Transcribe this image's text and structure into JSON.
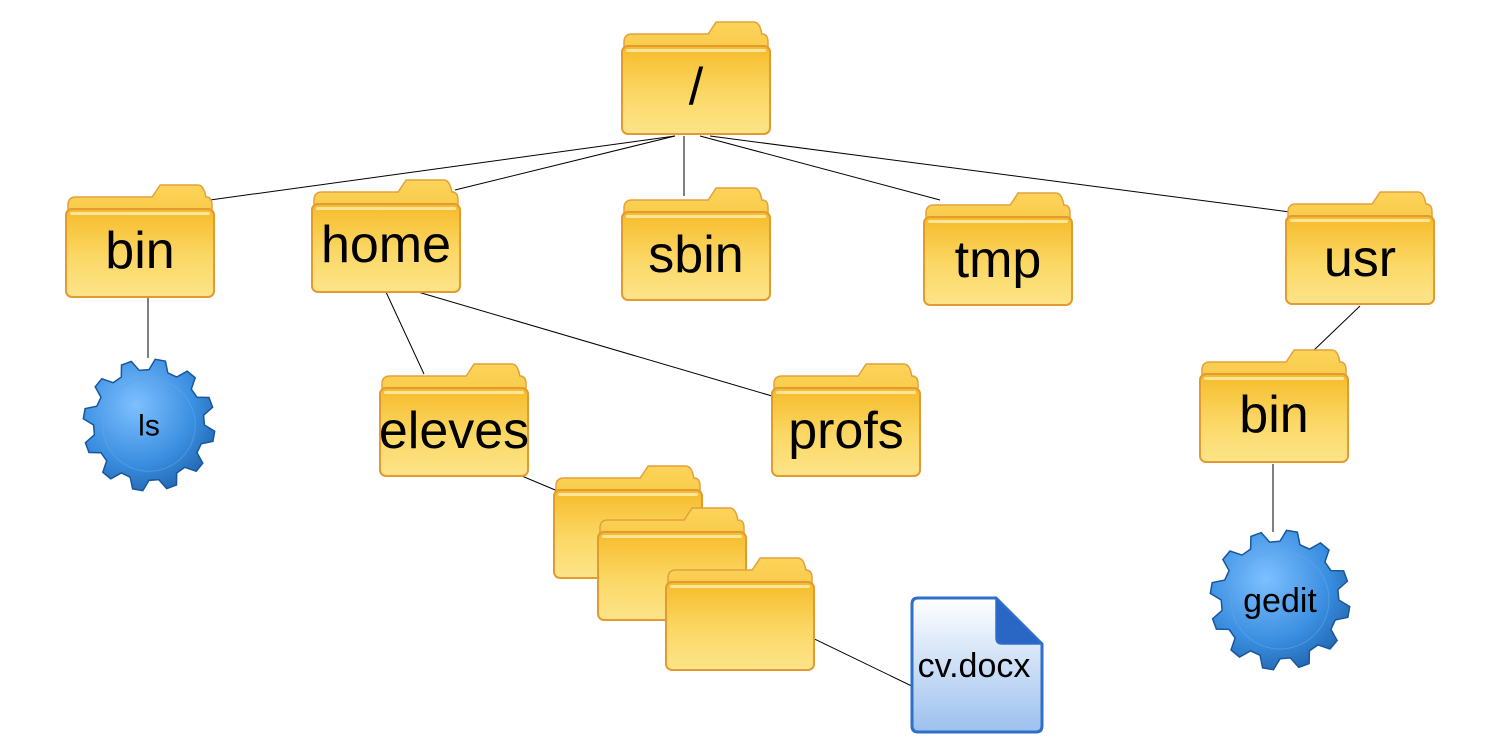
{
  "diagram": {
    "nodes": {
      "root": {
        "label": "/",
        "kind": "folder"
      },
      "bin": {
        "label": "bin",
        "kind": "folder"
      },
      "home": {
        "label": "home",
        "kind": "folder"
      },
      "sbin": {
        "label": "sbin",
        "kind": "folder"
      },
      "tmp": {
        "label": "tmp",
        "kind": "folder"
      },
      "usr": {
        "label": "usr",
        "kind": "folder"
      },
      "ls": {
        "label": "ls",
        "kind": "program"
      },
      "eleves": {
        "label": "eleves",
        "kind": "folder"
      },
      "profs": {
        "label": "profs",
        "kind": "folder"
      },
      "usr_bin": {
        "label": "bin",
        "kind": "folder"
      },
      "gedit": {
        "label": "gedit",
        "kind": "program"
      },
      "sub1": {
        "label": "",
        "kind": "folder"
      },
      "sub2": {
        "label": "",
        "kind": "folder"
      },
      "sub3": {
        "label": "",
        "kind": "folder"
      },
      "cv": {
        "label": "cv.docx",
        "kind": "document"
      }
    },
    "edges": [
      [
        "root",
        "bin"
      ],
      [
        "root",
        "home"
      ],
      [
        "root",
        "sbin"
      ],
      [
        "root",
        "tmp"
      ],
      [
        "root",
        "usr"
      ],
      [
        "bin",
        "ls"
      ],
      [
        "home",
        "eleves"
      ],
      [
        "home",
        "profs"
      ],
      [
        "eleves",
        "sub1"
      ],
      [
        "usr",
        "usr_bin"
      ],
      [
        "usr_bin",
        "gedit"
      ],
      [
        "sub3",
        "cv"
      ]
    ]
  },
  "colors": {
    "folder_light": "#fde27a",
    "folder_dark": "#f3b416",
    "folder_border": "#e7a23c",
    "gear_blue": "#3a8ee0",
    "gear_dark": "#1c5fa8",
    "doc_blue": "#2f6fc9",
    "edge": "#000000"
  }
}
